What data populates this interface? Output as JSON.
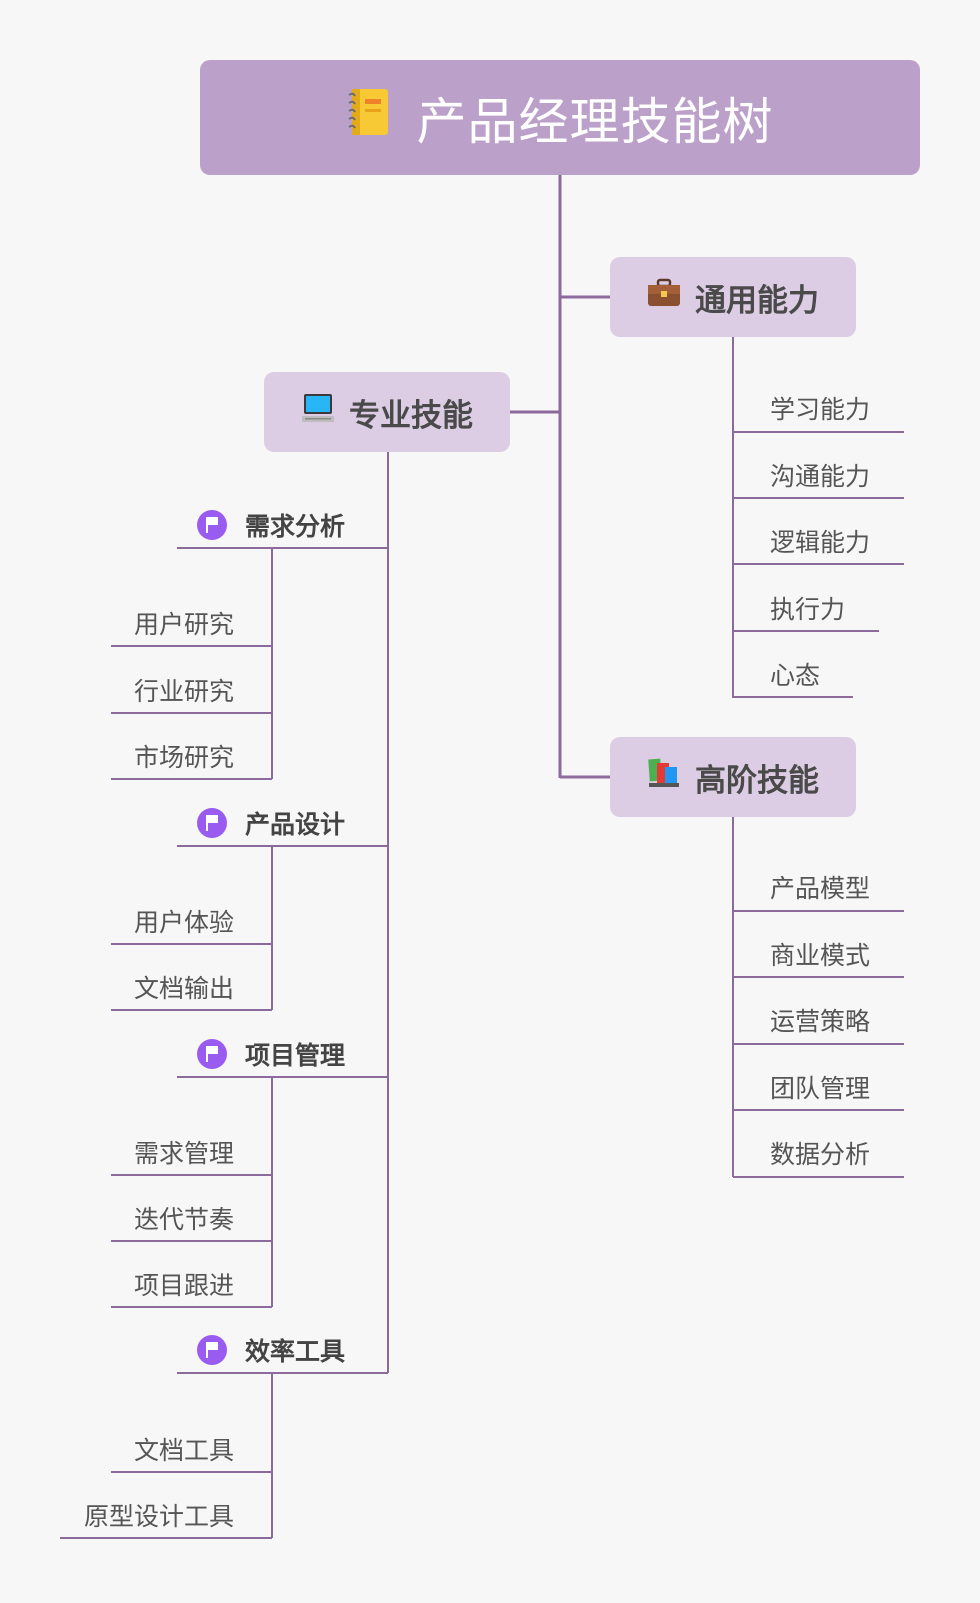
{
  "root": {
    "title": "产品经理技能树",
    "icon": "notebook-icon"
  },
  "colors": {
    "root_bg": "#bba0c9",
    "category_bg": "#dccde4",
    "line": "#8c6a9c",
    "flag": "#9a5cf0"
  },
  "general": {
    "title": "通用能力",
    "icon": "briefcase-icon",
    "items": [
      "学习能力",
      "沟通能力",
      "逻辑能力",
      "执行力",
      "心态"
    ]
  },
  "advanced": {
    "title": "高阶技能",
    "icon": "books-icon",
    "items": [
      "产品模型",
      "商业模式",
      "运营策略",
      "团队管理",
      "数据分析"
    ]
  },
  "professional": {
    "title": "专业技能",
    "icon": "computer-icon",
    "groups": [
      {
        "title": "需求分析",
        "icon": "flag-icon",
        "items": [
          "用户研究",
          "行业研究",
          "市场研究"
        ]
      },
      {
        "title": "产品设计",
        "icon": "flag-icon",
        "items": [
          "用户体验",
          "文档输出"
        ]
      },
      {
        "title": "项目管理",
        "icon": "flag-icon",
        "items": [
          "需求管理",
          "迭代节奏",
          "项目跟进"
        ]
      },
      {
        "title": "效率工具",
        "icon": "flag-icon",
        "items": [
          "文档工具",
          "原型设计工具"
        ]
      }
    ]
  }
}
